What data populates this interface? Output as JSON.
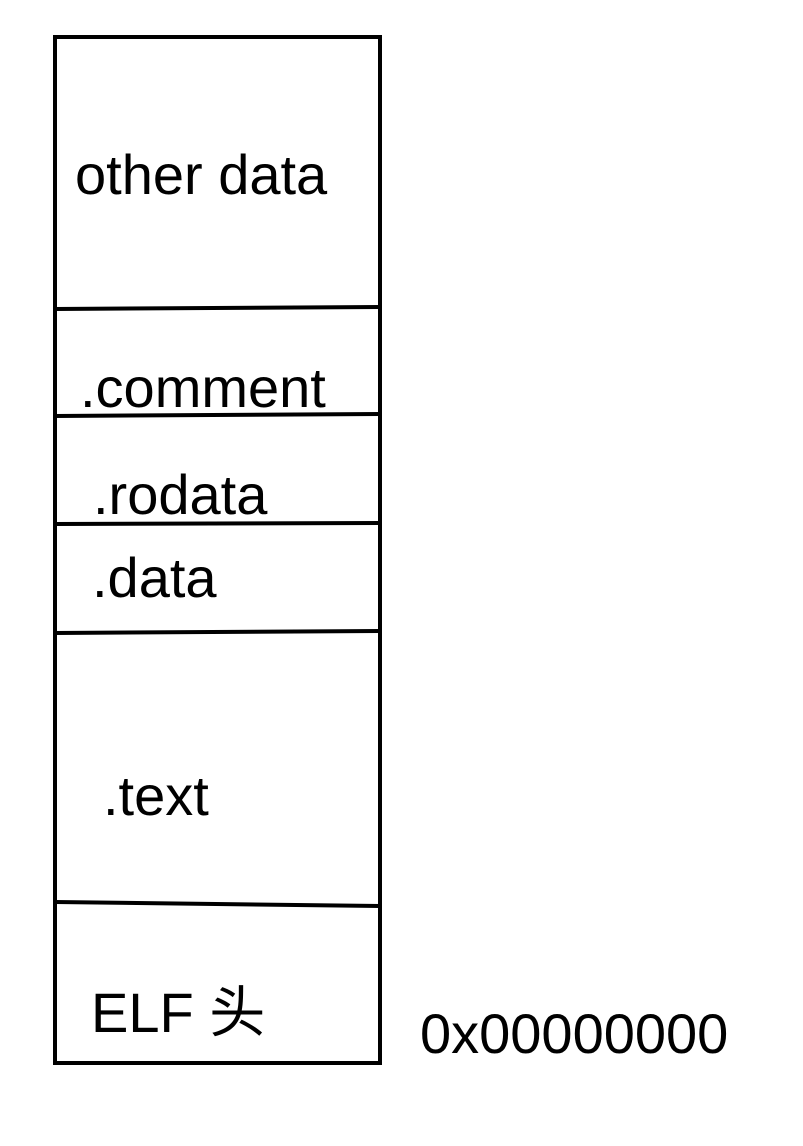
{
  "diagram": {
    "sections": [
      {
        "id": "other",
        "label": "other data"
      },
      {
        "id": "comment",
        "label": ".comment"
      },
      {
        "id": "rodata",
        "label": ".rodata"
      },
      {
        "id": "data",
        "label": ".data"
      },
      {
        "id": "text",
        "label": ".text"
      },
      {
        "id": "elf",
        "label": "ELF 头"
      }
    ],
    "base_address": "0x00000000",
    "colors": {
      "stroke": "#000000",
      "background": "#ffffff"
    }
  }
}
